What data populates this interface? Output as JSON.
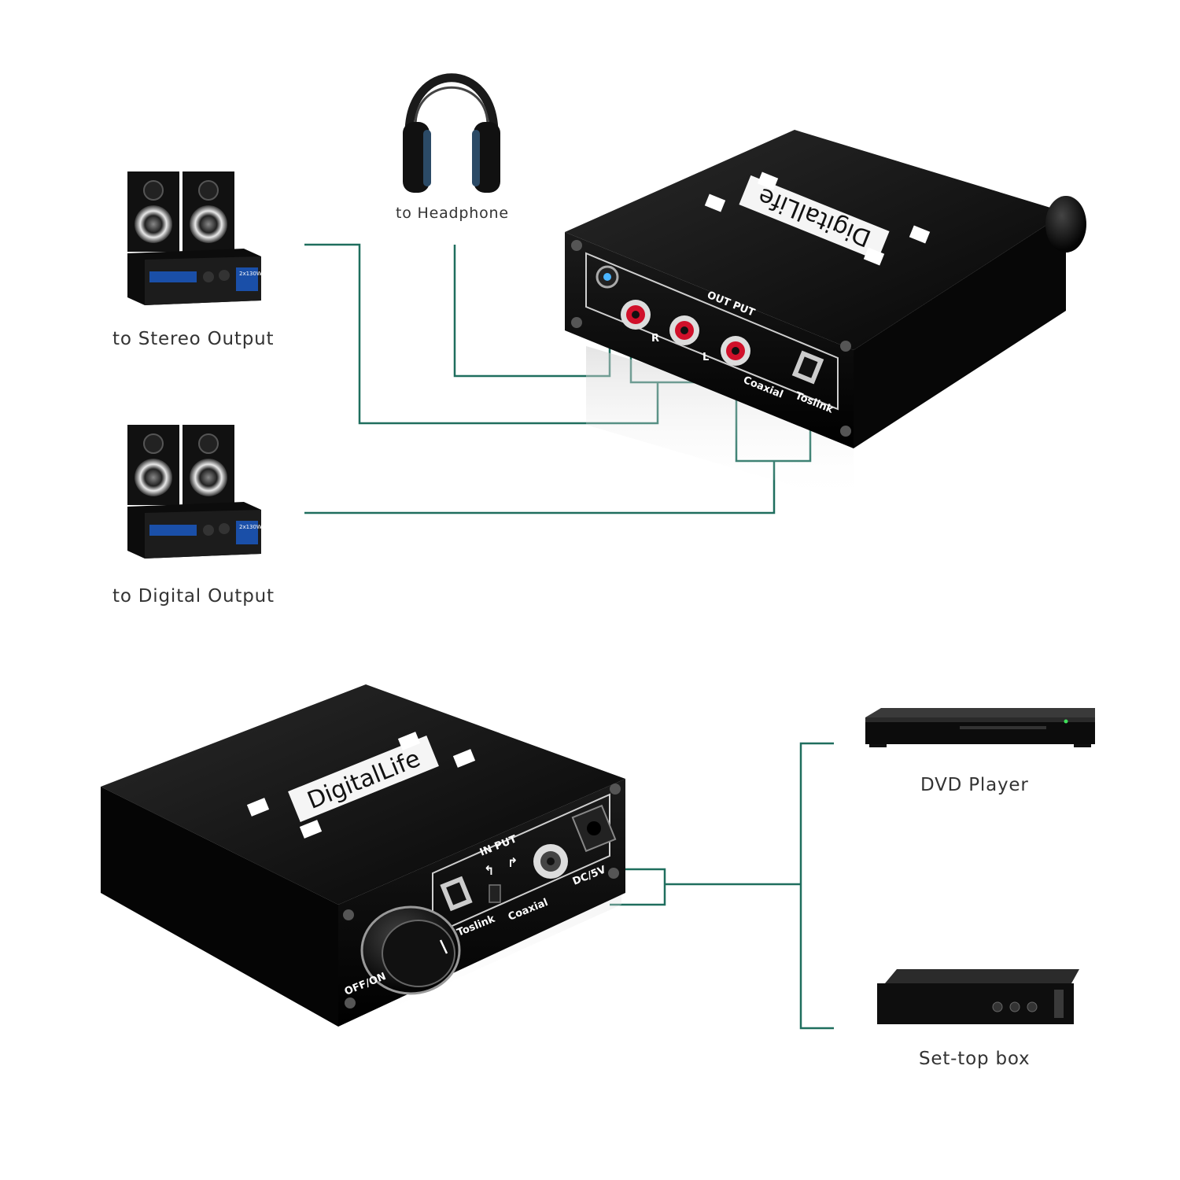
{
  "captions": {
    "headphone": "to Headphone",
    "stereo_output": "to Stereo Output",
    "digital_output": "to Digital Output",
    "dvd_player": "DVD Player",
    "set_top_box": "Set-top box"
  },
  "top_device": {
    "brand": "DigitalLife",
    "panel_title": "OUT PUT",
    "label_right": "R",
    "label_left": "L",
    "label_coaxial": "Coaxial",
    "label_toslink": "Toslink"
  },
  "bottom_device": {
    "brand": "DigitalLife",
    "panel_title": "IN PUT",
    "label_toslink": "Toslink",
    "label_coaxial": "Coaxial",
    "label_power": "DC/5V",
    "label_knob": "OFF/ON"
  },
  "stereo_amp_display": "2x130W",
  "colors": {
    "connector_line": "#1f6e5e",
    "device_body": "#0d0d0d",
    "rca_red": "#d0102a",
    "caption_text": "#333333"
  }
}
